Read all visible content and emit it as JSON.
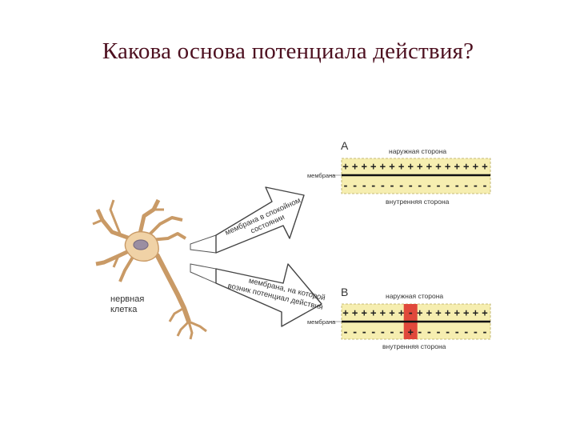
{
  "title": "Какова основа потенциала действия?",
  "diagram": {
    "nerve_cell_label": [
      "нервная",
      "клетка"
    ],
    "arrow_rest_label": [
      "мембрана в спокойном",
      "состоянии"
    ],
    "arrow_action_label": [
      "мембрана, на которой",
      "возник потенциал действия"
    ],
    "panel_a": {
      "letter": "A",
      "outer_label": "наружная сторона",
      "inner_label": "внутренняя сторона",
      "membrane_label": "мембрана",
      "top_signs": [
        "+",
        "+",
        "+",
        "+",
        "+",
        "+",
        "+",
        "+",
        "+",
        "+",
        "+",
        "+",
        "+",
        "+",
        "+",
        "+"
      ],
      "bottom_signs": [
        "-",
        "-",
        "-",
        "-",
        "-",
        "-",
        "-",
        "-",
        "-",
        "-",
        "-",
        "-",
        "-",
        "-",
        "-",
        "-"
      ]
    },
    "panel_b": {
      "letter": "B",
      "outer_label": "наружная сторона",
      "inner_label": "внутренняя сторона",
      "membrane_label": "мембрана",
      "top_signs": [
        "+",
        "+",
        "+",
        "+",
        "+",
        "+",
        "+",
        "-",
        "+",
        "+",
        "+",
        "+",
        "+",
        "+",
        "+",
        "+"
      ],
      "bottom_signs": [
        "-",
        "-",
        "-",
        "-",
        "-",
        "-",
        "-",
        "+",
        "-",
        "-",
        "-",
        "-",
        "-",
        "-",
        "-",
        "-"
      ],
      "active_index": 7
    },
    "colors": {
      "membrane_fill": "#f6eeb0",
      "membrane_line": "#111111",
      "active_zone": "#e0483b",
      "cell_body": "#f0d2a6",
      "cell_outline": "#c99a66",
      "nucleus": "#9b8ea2"
    }
  }
}
